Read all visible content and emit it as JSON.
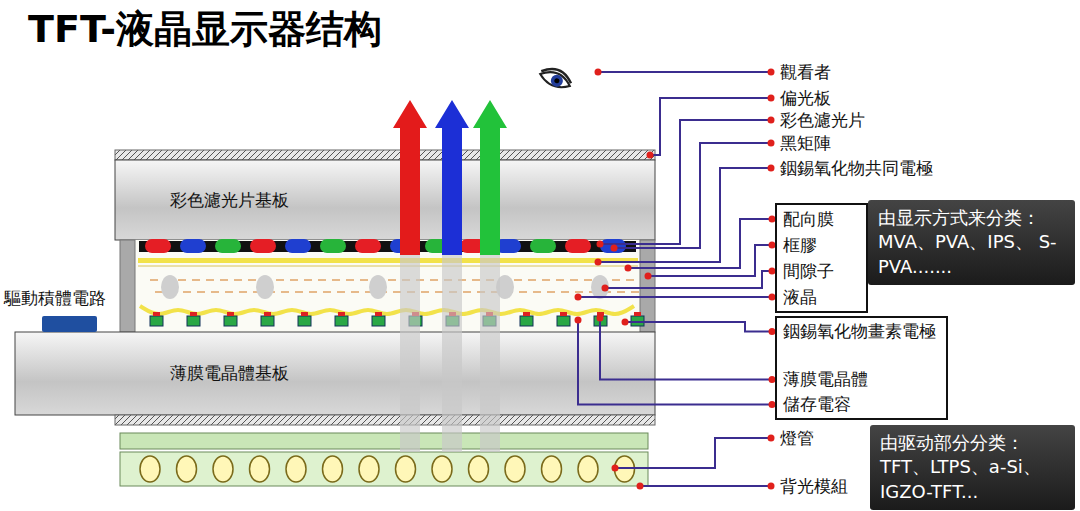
{
  "diagram": {
    "title": "TFT-液晶显示器结构",
    "nodes": [
      {
        "text": [
          "彩色濾光片基板"
        ]
      },
      {
        "text": [
          "薄膜電晶體基板"
        ]
      },
      {
        "text": [
          "配向膜",
          "框膠",
          "間隙子",
          "液晶"
        ]
      },
      {
        "text": [
          "由显示方式来分类： MVA、PVA、IPS、 S-PVA......."
        ]
      },
      {
        "text": [
          "銦錫氧化物畫素電極",
          "薄膜電晶體",
          "儲存電容"
        ]
      },
      {
        "text": [
          "由驱动部分分类： TFT、LTPS、a-Si、 IGZO-TFT..."
        ]
      }
    ],
    "labels": [
      "觀看者",
      "偏光板",
      "彩色濾光片",
      "黑矩陣",
      "銦錫氧化物共同電極",
      "燈管",
      "背光模組",
      "驅動積體電路"
    ]
  }
}
